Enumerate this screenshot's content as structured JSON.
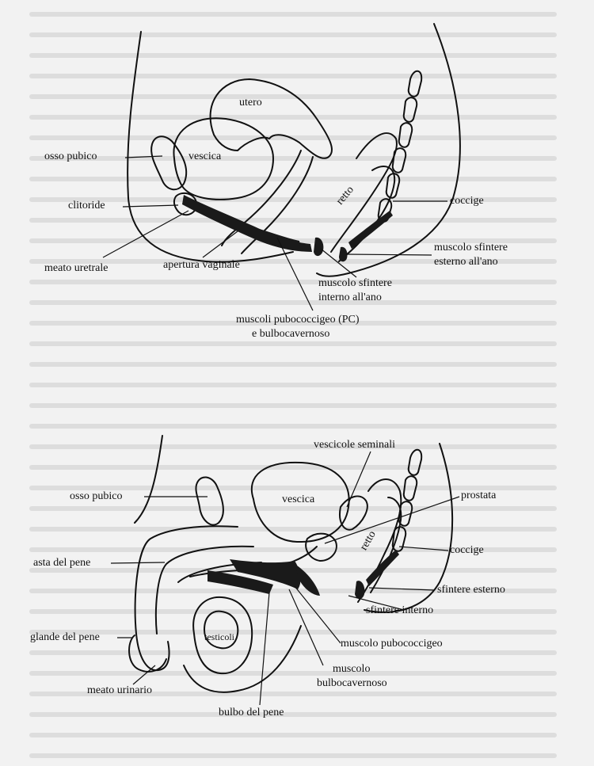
{
  "female_diagram": {
    "labels": {
      "utero": "utero",
      "vescica": "vescica",
      "osso_pubico": "osso pubico",
      "clitoride": "clitoride",
      "retto": "retto",
      "coccige": "coccige",
      "muscolo_sfintere_esterno_line1": "muscolo sfintere",
      "muscolo_sfintere_esterno_line2": "esterno all'ano",
      "meato_uretrale": "meato uretrale",
      "apertura_vaginale": "apertura vaginale",
      "muscolo_sfintere_interno_line1": "muscolo sfintere",
      "muscolo_sfintere_interno_line2": "interno all'ano",
      "muscoli_pc_line1": "muscoli pubococcigeo (PC)",
      "muscoli_pc_line2": "e bulbocavernoso"
    }
  },
  "male_diagram": {
    "labels": {
      "vescicole_seminali": "vescicole seminali",
      "osso_pubico": "osso pubico",
      "vescica": "vescica",
      "prostata": "prostata",
      "retto": "retto",
      "coccige": "coccige",
      "asta_del_pene": "asta del pene",
      "sfintere_esterno": "sfintere esterno",
      "sfintere_interno": "sfintere interno",
      "testicoli": "testicoli",
      "glande_del_pene": "glande del pene",
      "muscolo_pubococcigeo": "muscolo pubococcigeo",
      "muscolo_bulbocavernoso_line1": "muscolo",
      "muscolo_bulbocavernoso_line2": "bulbocavernoso",
      "meato_urinario": "meato urinario",
      "bulbo_del_pene": "bulbo del pene"
    }
  },
  "colors": {
    "page_background": "#f2f2f2",
    "ink": "#111111",
    "muscle_fill": "#1a1a1a",
    "ghost_text": "#c9c9c9"
  }
}
